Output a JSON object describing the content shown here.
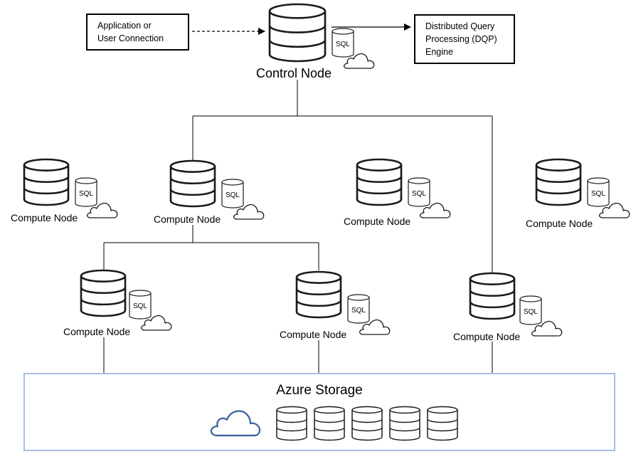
{
  "diagram": {
    "client_box": {
      "lines": [
        "Application or",
        "User Connection"
      ]
    },
    "engine_box": {
      "lines": [
        "Distributed Query",
        "Processing (DQP)",
        "Engine"
      ]
    },
    "control_node": {
      "label": "Control Node",
      "sql_text": "SQL"
    },
    "compute_nodes": [
      {
        "label": "Compute Node",
        "sql_text": "SQL"
      },
      {
        "label": "Compute Node",
        "sql_text": "SQL"
      },
      {
        "label": "Compute Node",
        "sql_text": "SQL"
      },
      {
        "label": "Compute Node",
        "sql_text": "SQL"
      },
      {
        "label": "Compute Node",
        "sql_text": "SQL"
      },
      {
        "label": "Compute Node",
        "sql_text": "SQL"
      },
      {
        "label": "Compute Node",
        "sql_text": "SQL"
      }
    ],
    "storage": {
      "title": "Azure Storage",
      "disk_count": 5
    },
    "colors": {
      "line": "#000000",
      "icon_stroke": "#1a1a1a",
      "cloud_stroke": "#3a5f9c",
      "storage_border": "#a9bfe0"
    },
    "icons": [
      "database-icon",
      "sql-server-icon",
      "cloud-icon",
      "disk-icon",
      "arrow-right-icon"
    ]
  }
}
